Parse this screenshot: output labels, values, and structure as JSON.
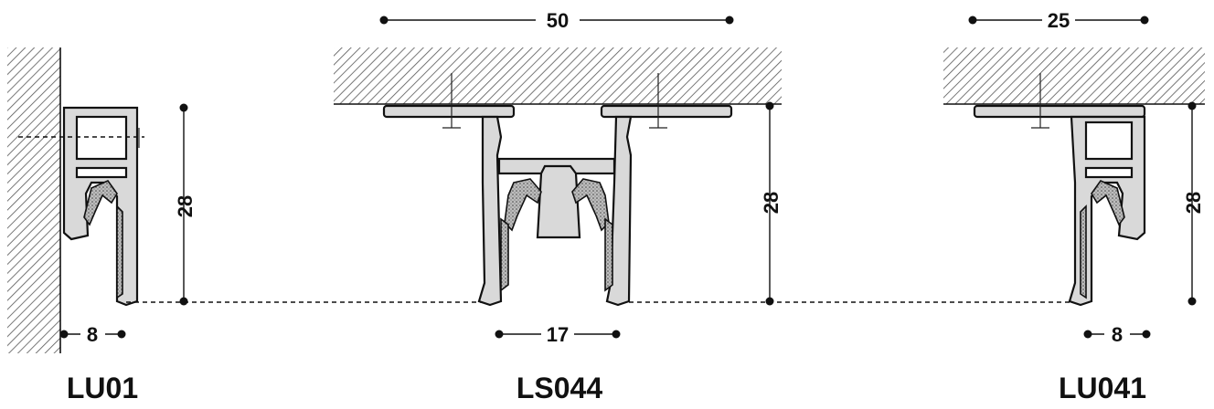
{
  "diagram": {
    "profiles": [
      {
        "id": "lu01",
        "label": "LU01"
      },
      {
        "id": "ls044",
        "label": "LS044"
      },
      {
        "id": "lu041",
        "label": "LU041"
      }
    ],
    "dimensions": {
      "ls044_width": "50",
      "ls044_height": "28",
      "ls044_gap": "17",
      "lu01_height": "28",
      "lu01_offset": "8",
      "lu041_width": "25",
      "lu041_height": "28",
      "lu041_offset": "8"
    }
  }
}
